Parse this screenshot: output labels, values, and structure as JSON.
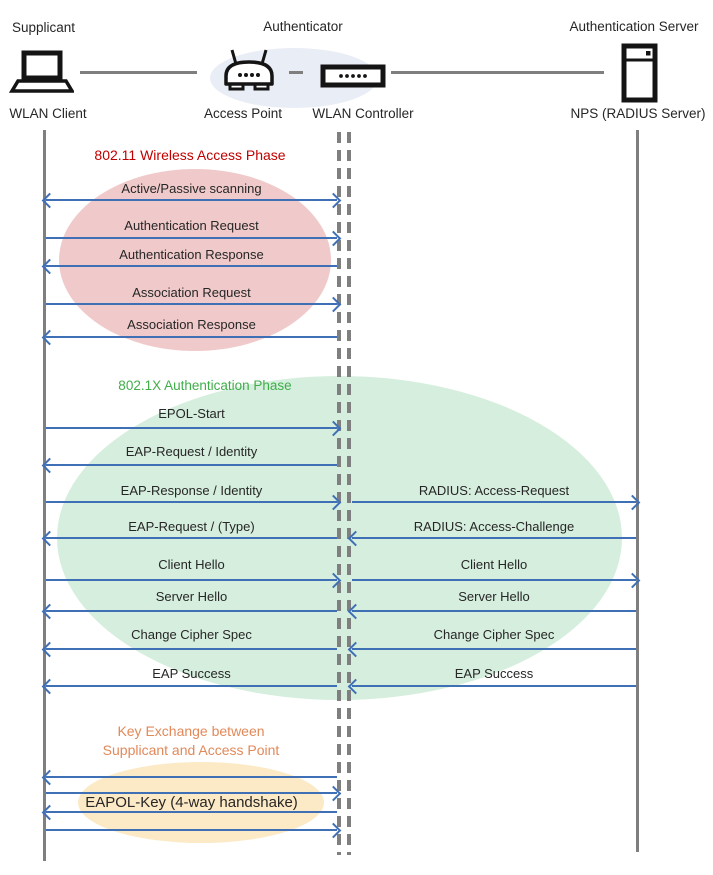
{
  "header": {
    "roles": [
      {
        "label": "Supplicant"
      },
      {
        "label": "Authenticator"
      },
      {
        "label": "Authentication Server"
      }
    ],
    "devices": [
      {
        "label": "WLAN Client"
      },
      {
        "label": "Access Point"
      },
      {
        "label": "WLAN Controller"
      },
      {
        "label": "NPS (RADIUS Server)"
      }
    ],
    "icons": [
      {
        "name": "laptop-icon"
      },
      {
        "name": "access-point-icon"
      },
      {
        "name": "wlan-controller-icon"
      },
      {
        "name": "server-icon"
      }
    ]
  },
  "phases": [
    {
      "title": "802.11 Wireless Access Phase"
    },
    {
      "title": "802.1X Authentication Phase"
    },
    {
      "title_line1": "Key Exchange between",
      "title_line2": "Supplicant and Access Point"
    }
  ],
  "messages": {
    "left": [
      {
        "label": "Active/Passive scanning",
        "direction": "both"
      },
      {
        "label": "Authentication Request",
        "direction": "right"
      },
      {
        "label": "Authentication Response",
        "direction": "left"
      },
      {
        "label": "Association Request",
        "direction": "right"
      },
      {
        "label": "Association Response",
        "direction": "left"
      },
      {
        "label": "EPOL-Start",
        "direction": "right"
      },
      {
        "label": "EAP-Request / Identity",
        "direction": "left"
      },
      {
        "label": "EAP-Response / Identity",
        "direction": "right"
      },
      {
        "label": "EAP-Request / (Type)",
        "direction": "left"
      },
      {
        "label": "Client Hello",
        "direction": "right"
      },
      {
        "label": "Server Hello",
        "direction": "left"
      },
      {
        "label": "Change Cipher Spec",
        "direction": "left"
      },
      {
        "label": "EAP Success",
        "direction": "left"
      },
      {
        "label": "EAPOL-Key (4-way handshake)",
        "direction": "left,right,left,right"
      }
    ],
    "right": [
      {
        "label": "RADIUS: Access-Request",
        "direction": "right"
      },
      {
        "label": "RADIUS: Access-Challenge",
        "direction": "left"
      },
      {
        "label": "Client Hello",
        "direction": "right"
      },
      {
        "label": "Server Hello",
        "direction": "left"
      },
      {
        "label": "Change Cipher Spec",
        "direction": "left"
      },
      {
        "label": "EAP Success",
        "direction": "left"
      }
    ]
  },
  "colors": {
    "arrow": "#3F6FB5",
    "line": "#7F7F7F",
    "text": "#262626",
    "phase1": "#C00000",
    "phase2": "#3FAE49",
    "phase3": "#E2895A",
    "ellipse1": "#F0CACA",
    "ellipse2": "#D6EEDE",
    "ellipse3": "#FCE9C5",
    "group": "#E9EDF6"
  }
}
